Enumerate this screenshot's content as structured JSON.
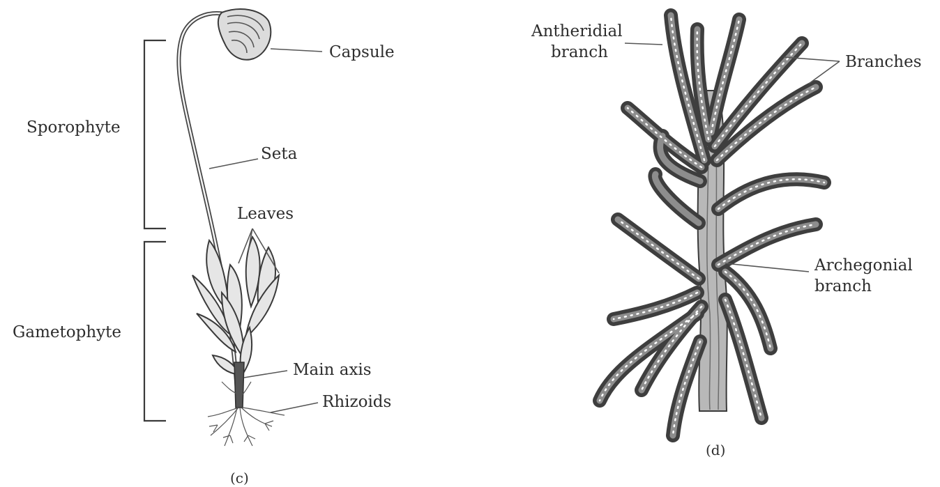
{
  "figure_c": {
    "labels": {
      "capsule": "Capsule",
      "sporophyte": "Sporophyte",
      "seta": "Seta",
      "leaves": "Leaves",
      "gametophyte": "Gametophyte",
      "main_axis": "Main axis",
      "rhizoids": "Rhizoids"
    },
    "caption": "(c)"
  },
  "figure_d": {
    "labels": {
      "antheridial_line1": "Antheridial",
      "antheridial_line2": "branch",
      "branches": "Branches",
      "archegonial_line1": "Archegonial",
      "archegonial_line2": "branch"
    },
    "caption": "(d)"
  },
  "colors": {
    "ink": "#2d2d2d",
    "leaf_fill": "#e4e4e4",
    "branch_fill": "#9c9c9c",
    "stem_fill": "#b8b8b8"
  }
}
